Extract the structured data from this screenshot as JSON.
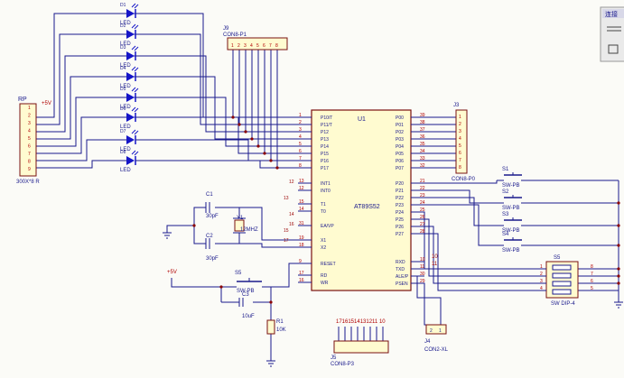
{
  "colors": {
    "wire": "#1a1a8c",
    "part": "#7a1010",
    "label": "#1a1a8c",
    "pin": "#b00000",
    "net": "#9a0000",
    "led": "#1515c8",
    "chip_fill": "#fffbd0",
    "junction": "#8a0000"
  },
  "rp": {
    "ref": "RP",
    "value": "300X*8 R",
    "vcc": "+5V",
    "pins": [
      "1",
      "2",
      "3",
      "4",
      "5",
      "6",
      "7",
      "8",
      "9"
    ]
  },
  "leds": [
    {
      "ref": "D1",
      "label": "LED"
    },
    {
      "ref": "D2",
      "label": "LED"
    },
    {
      "ref": "D3",
      "label": "LED"
    },
    {
      "ref": "D4",
      "label": "LED"
    },
    {
      "ref": "D5",
      "label": "LED"
    },
    {
      "ref": "D6",
      "label": "LED"
    },
    {
      "ref": "D7",
      "label": "LED"
    },
    {
      "ref": "D8",
      "label": "LED"
    }
  ],
  "j9": {
    "ref": "J9",
    "value": "CON8-P1",
    "pins": [
      "1",
      "2",
      "3",
      "4",
      "5",
      "6",
      "7",
      "8"
    ]
  },
  "u1": {
    "ref": "U1",
    "part": "AT89S52",
    "left_pins": [
      {
        "num": "1",
        "name": "P10/T"
      },
      {
        "num": "2",
        "name": "P11/T"
      },
      {
        "num": "3",
        "name": "P12"
      },
      {
        "num": "4",
        "name": "P13"
      },
      {
        "num": "5",
        "name": "P14"
      },
      {
        "num": "6",
        "name": "P15"
      },
      {
        "num": "7",
        "name": "P16"
      },
      {
        "num": "8",
        "name": "P17"
      },
      {
        "num": "13",
        "name": "INT1"
      },
      {
        "num": "12",
        "name": "INT0"
      },
      {
        "num": "15",
        "name": "T1"
      },
      {
        "num": "14",
        "name": "T0"
      },
      {
        "num": "31",
        "name": "EA/VP"
      },
      {
        "num": "19",
        "name": "X1"
      },
      {
        "num": "18",
        "name": "X2"
      },
      {
        "num": "9",
        "name": "RESET"
      },
      {
        "num": "17",
        "name": "RD"
      },
      {
        "num": "16",
        "name": "WR"
      }
    ],
    "right_pins": [
      {
        "num": "39",
        "name": "P00"
      },
      {
        "num": "38",
        "name": "P01"
      },
      {
        "num": "37",
        "name": "P02"
      },
      {
        "num": "36",
        "name": "P03"
      },
      {
        "num": "35",
        "name": "P04"
      },
      {
        "num": "34",
        "name": "P05"
      },
      {
        "num": "33",
        "name": "P06"
      },
      {
        "num": "32",
        "name": "P07"
      },
      {
        "num": "21",
        "name": "P20"
      },
      {
        "num": "22",
        "name": "P21"
      },
      {
        "num": "23",
        "name": "P22"
      },
      {
        "num": "24",
        "name": "P23"
      },
      {
        "num": "25",
        "name": "P24"
      },
      {
        "num": "26",
        "name": "P25"
      },
      {
        "num": "27",
        "name": "P26"
      },
      {
        "num": "28",
        "name": "P27"
      },
      {
        "num": "10",
        "name": "RXD"
      },
      {
        "num": "11",
        "name": "TXD"
      },
      {
        "num": "30",
        "name": "ALE/P"
      },
      {
        "num": "29",
        "name": "PSEN"
      }
    ],
    "net_labels_left": [
      "12",
      "13",
      "14",
      "15",
      "16",
      "17"
    ],
    "net_labels_right": [
      "10",
      "11"
    ]
  },
  "j3": {
    "ref": "J3",
    "value": "CON8-P0",
    "pins": [
      "1",
      "2",
      "3",
      "4",
      "5",
      "6",
      "7",
      "8"
    ]
  },
  "switches": [
    {
      "ref": "S1",
      "value": "SW-PB"
    },
    {
      "ref": "S2",
      "value": "SW-PB"
    },
    {
      "ref": "S3",
      "value": "SW-PB"
    },
    {
      "ref": "S4",
      "value": "SW-PB"
    }
  ],
  "s5_dip": {
    "ref": "S5",
    "value": "SW DIP-4",
    "left_pins": [
      "1",
      "2",
      "3",
      "4"
    ],
    "right_pins": [
      "8",
      "7",
      "6",
      "5"
    ]
  },
  "c1": {
    "ref": "C1",
    "value": "30pF"
  },
  "c2": {
    "ref": "C2",
    "value": "30pF"
  },
  "y1": {
    "ref": "Y1",
    "value": "12MHZ"
  },
  "reset_switch": {
    "ref": "S5",
    "value": "SW-PB"
  },
  "c3": {
    "ref": "C3",
    "value": "10uF"
  },
  "r1": {
    "ref": "R1",
    "value": "10K"
  },
  "vcc_label": "+5V",
  "j5": {
    "ref": "J5",
    "value": "CON8-P3",
    "pin_header": "17161514131211 10"
  },
  "j4": {
    "ref": "J4",
    "value": "CON2-XL",
    "pins": [
      "2",
      "1"
    ]
  },
  "side_panel": {
    "title": "连接"
  }
}
